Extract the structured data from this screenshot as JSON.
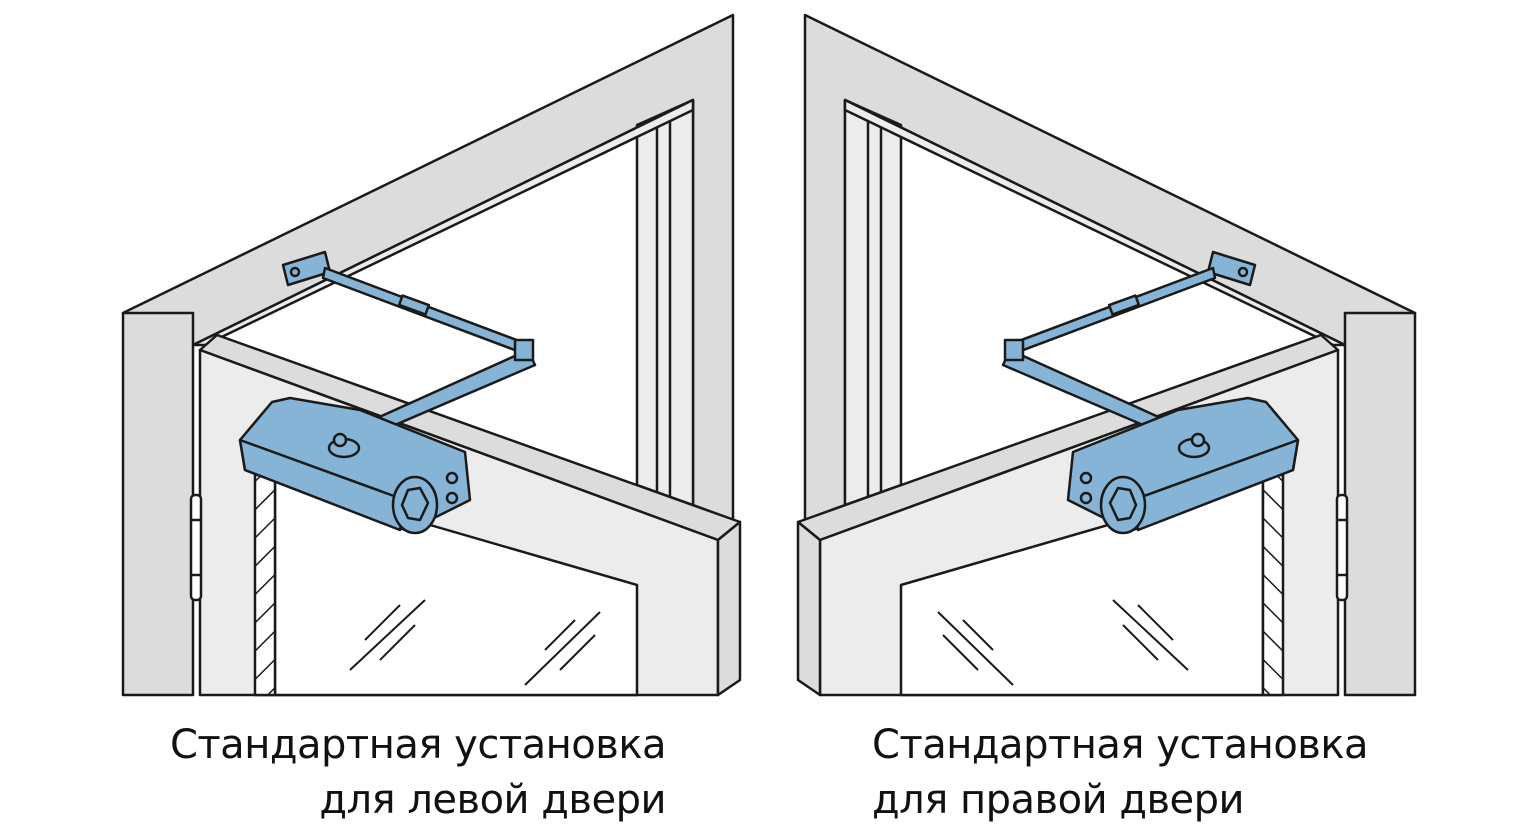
{
  "colors": {
    "closer": "#86b4d6",
    "frame": "#dcdcdc",
    "door": "#ececec",
    "line": "#1a1a1a"
  },
  "left": {
    "line1": "Стандартная установка",
    "line2": "для левой двери"
  },
  "right": {
    "line1": "Стандартная установка",
    "line2": "для правой двери"
  }
}
